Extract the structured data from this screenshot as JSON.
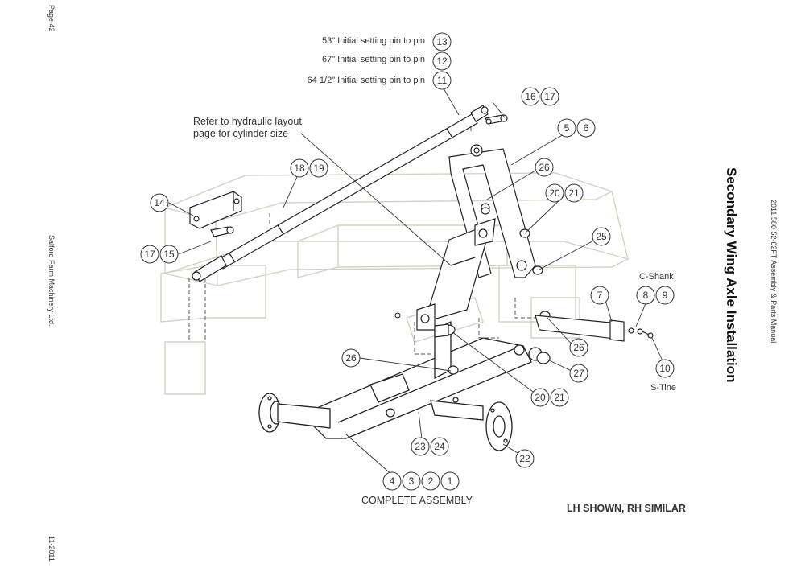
{
  "page": {
    "page_number": "Page 42",
    "company": "Salford Farm Machinery Ltd.",
    "date": "11-2011",
    "manual": "2011 580 52-62FT Assembly & Parts Manual",
    "title": "Secondary Wing Axle Installation"
  },
  "notes": {
    "pin_53": "53\" Initial setting pin to pin",
    "pin_67": "67\" Initial setting pin to pin",
    "pin_64": "64 1/2\" Initial setting pin to pin",
    "refer_line1": "Refer to hydraulic layout",
    "refer_line2": "page for cylinder size",
    "c_shank": "C-Shank",
    "s_tine": "S-Tine",
    "complete_assembly": "COMPLETE ASSEMBLY",
    "lh_shown": "LH SHOWN, RH SIMILAR"
  },
  "callouts": [
    "13",
    "12",
    "11",
    "16",
    "17",
    "5",
    "6",
    "26",
    "20",
    "21",
    "18",
    "19",
    "14",
    "17",
    "15",
    "25",
    "7",
    "8",
    "9",
    "10",
    "26",
    "26",
    "27",
    "20",
    "21",
    "23",
    "24",
    "22",
    "4",
    "3",
    "2",
    "1"
  ]
}
